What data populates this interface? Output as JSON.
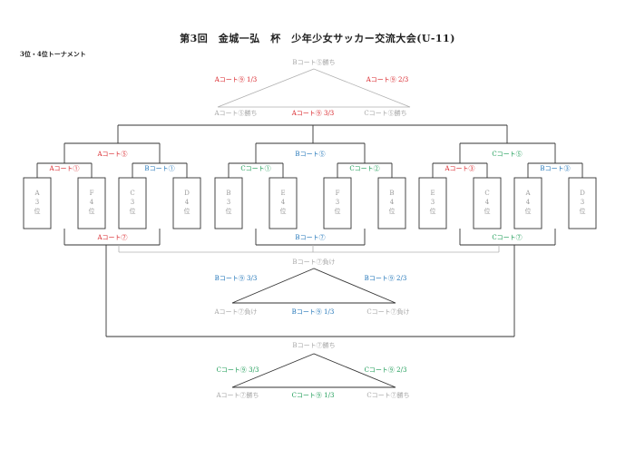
{
  "title": "第3回　金城一弘　杯　少年少女サッカー交流大会(U-11)",
  "subtitle": "3位・4位トーナメント",
  "colors": {
    "red": "#d9262b",
    "blue": "#1f74b8",
    "green": "#1d9c57",
    "gray": "#a5a5a5",
    "line": "#333333"
  },
  "top_triangle": {
    "apex": "Bコート⑤勝ち",
    "left_score": "Aコート⑨  1/3",
    "right_score": "Aコート⑨  2/3",
    "bottom_left": "Aコート⑤勝ち",
    "bottom_center": "Aコート⑨  3/3",
    "bottom_right": "Cコート⑤勝ち"
  },
  "groups": [
    {
      "semi": "Aコート⑤",
      "left_match": "Aコート①",
      "right_match": "Bコート①",
      "lower": "Aコート⑦",
      "teams": [
        "A\n3\n位",
        "F\n4\n位",
        "C\n3\n位",
        "D\n4\n位"
      ]
    },
    {
      "semi": "Bコート⑤",
      "left_match": "Cコート①",
      "right_match": "Cコート②",
      "lower": "Bコート⑦",
      "teams": [
        "B\n3\n位",
        "E\n4\n位",
        "F\n3\n位",
        "B\n4\n位"
      ]
    },
    {
      "semi": "Cコート⑤",
      "left_match": "Aコート③",
      "right_match": "Bコート③",
      "lower": "Cコート⑦",
      "teams": [
        "E\n3\n位",
        "C\n4\n位",
        "A\n4\n位",
        "D\n3\n位"
      ]
    }
  ],
  "middle_triangle": {
    "apex": "Bコート⑦負け",
    "left_score": "Bコート⑨  3/3",
    "right_score": "Bコート⑨  2/3",
    "bottom_left": "Aコート⑦負け",
    "bottom_center": "Bコート⑨  1/3",
    "bottom_right": "Cコート⑦負け"
  },
  "bottom_triangle": {
    "apex": "Bコート⑦勝ち",
    "left_score": "Cコート⑨  3/3",
    "right_score": "Cコート⑨  2/3",
    "bottom_left": "Aコート⑦勝ち",
    "bottom_center": "Cコート⑨  1/3",
    "bottom_right": "Cコート⑦勝ち"
  }
}
